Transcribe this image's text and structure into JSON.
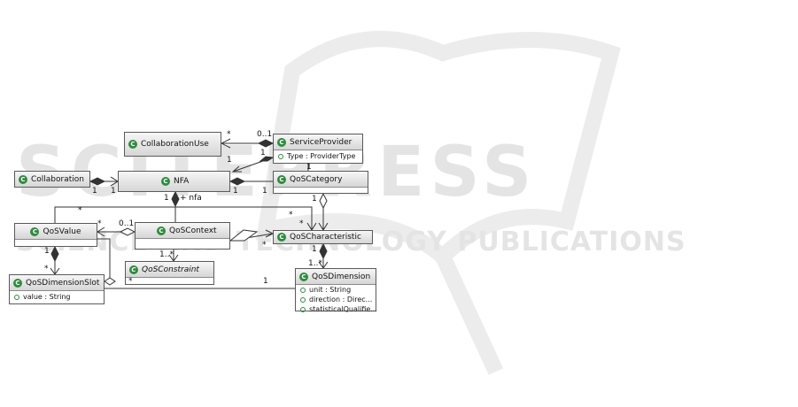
{
  "watermark": {
    "line1": "SCITEPRESS",
    "line2": "SCIENCE AND TECHNOLOGY PUBLICATIONS"
  },
  "classes": {
    "collaboration_use": {
      "name": "CollaborationUse"
    },
    "service_provider": {
      "name": "ServiceProvider",
      "attributes": [
        "Type : ProviderType"
      ]
    },
    "collaboration": {
      "name": "Collaboration"
    },
    "nfa": {
      "name": "NFA"
    },
    "qos_category": {
      "name": "QoSCategory"
    },
    "qos_value": {
      "name": "QoSValue"
    },
    "qos_context": {
      "name": "QoSContext"
    },
    "qos_characteristic": {
      "name": "QoSCharacteristic"
    },
    "qos_constraint": {
      "name": "QoSConstraint"
    },
    "qos_dimension_slot": {
      "name": "QoSDimensionSlot",
      "attributes": [
        "value : String"
      ]
    },
    "qos_dimension": {
      "name": "QoSDimension",
      "attributes": [
        "unit : String",
        "direction : Direc...",
        "statisticalQualifie..."
      ]
    }
  },
  "icon_letter": "C",
  "multiplicities": {
    "cu_sp_star": "*",
    "cu_sp_01": "0..1",
    "sp_nfa_1a": "1",
    "sp_nfa_1b": "1",
    "collab_1": "1",
    "nfa_1_left": "1",
    "nfa_1_right": "1",
    "cat_1_left": "1",
    "nfa_1_bottom": "1",
    "nfa_role": "+ nfa",
    "cat_1_top": "1",
    "cat_1_bottom": "1",
    "val_star_top": "*",
    "val_star_right": "*",
    "ctx_01": "0..1",
    "char_star_top": "*",
    "char_star_left": "*",
    "char_star_left2": "*",
    "char_1": "1",
    "dim_1star": "1..*",
    "ctx_1star": "1..*",
    "cons_star": "*",
    "val_1": "1",
    "slot_star": "*",
    "dim_1": "1"
  }
}
